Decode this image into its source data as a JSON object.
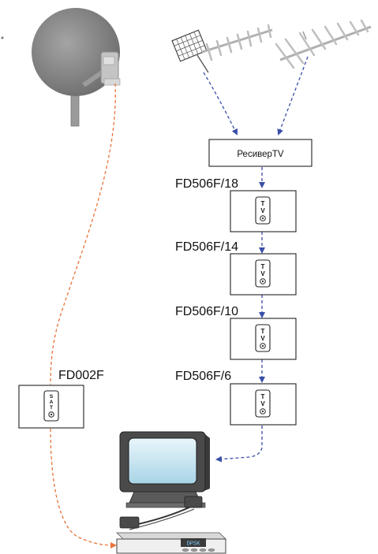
{
  "receiver": {
    "label": "РесиверTV"
  },
  "tv_outlets": [
    {
      "model": "FD506F/18",
      "jack_letters": [
        "T",
        "V"
      ]
    },
    {
      "model": "FD506F/14",
      "jack_letters": [
        "T",
        "V"
      ]
    },
    {
      "model": "FD506F/10",
      "jack_letters": [
        "T",
        "V"
      ]
    },
    {
      "model": "FD506F/6",
      "jack_letters": [
        "T",
        "V"
      ]
    }
  ],
  "sat_outlet": {
    "model": "FD002F",
    "jack_letters": [
      "S",
      "A",
      "T"
    ]
  },
  "set_top_box": {
    "display_text": "DPSK"
  },
  "colors": {
    "tv_line": "#3a4fa8",
    "sat_line": "#e8743b",
    "outline": "#222222",
    "dish": "#8a8a8a",
    "antenna": "#b5b5b5"
  },
  "icons": {
    "satellite_dish": "satellite-dish-icon",
    "terrestrial_antenna": "antenna-icon",
    "monitor": "tv-monitor-icon",
    "receiver_box": "set-top-box-icon"
  }
}
